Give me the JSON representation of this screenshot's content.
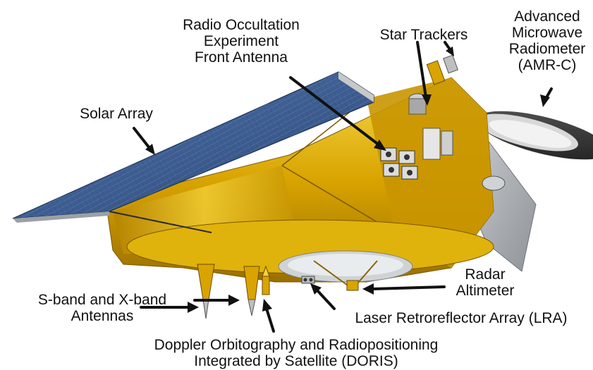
{
  "labels": {
    "solar_array": "Solar Array",
    "radio_occultation": [
      "Radio Occultation",
      "Experiment",
      "Front Antenna"
    ],
    "star_trackers": "Star Trackers",
    "amr": [
      "Advanced",
      "Microwave",
      "Radiometer",
      "(AMR-C)"
    ],
    "radar_altimeter": [
      "Radar",
      "Altimeter"
    ],
    "sx_band": [
      "S-band and X-band",
      "Antennas"
    ],
    "lra": "Laser Retroreflector Array (LRA)",
    "doris": [
      "Doppler Orbitography and Radiopositioning",
      "Integrated by Satellite (DORIS)"
    ]
  },
  "colors": {
    "gold": "#d9a400",
    "gold_light": "#f2d23a",
    "gold_dark": "#8a6400",
    "solar_blue": "#3f5f93",
    "silver": "#b8bcc0",
    "dark_gray": "#3b3b3b",
    "arrow": "#111111"
  }
}
